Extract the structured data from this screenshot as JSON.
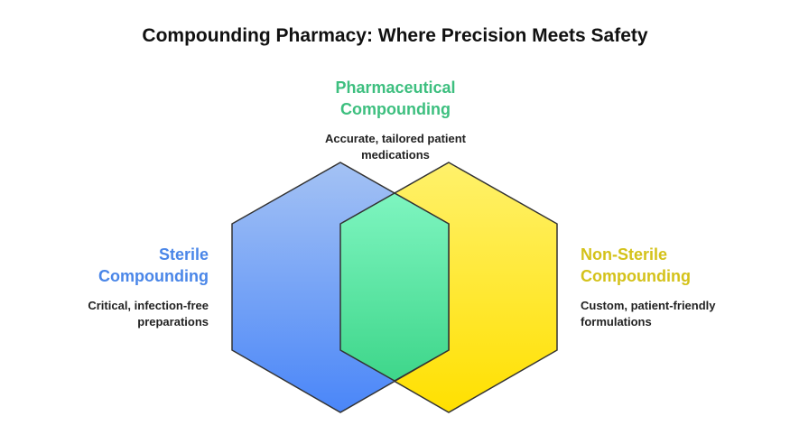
{
  "title": "Compounding Pharmacy: Where Precision Meets Safety",
  "sections": {
    "top": {
      "heading": "Pharmaceutical\nCompounding",
      "description": "Accurate, tailored patient\nmedications"
    },
    "left": {
      "heading": "Sterile\nCompounding",
      "description": "Critical, infection-free\npreparations"
    },
    "right": {
      "heading": "Non-Sterile\nCompounding",
      "description": "Custom, patient-friendly\nformulations"
    }
  },
  "colors": {
    "top_heading": "#3dbf7f",
    "left_heading": "#4a86e8",
    "right_heading": "#d4c21a",
    "blue_top": "#a4c2f4",
    "blue_bottom": "#4a86f8",
    "yellow_top": "#fff16b",
    "yellow_bottom": "#ffe000",
    "green_top": "#7ef5c0",
    "green_bottom": "#3ed68a",
    "outline": "#333333"
  }
}
